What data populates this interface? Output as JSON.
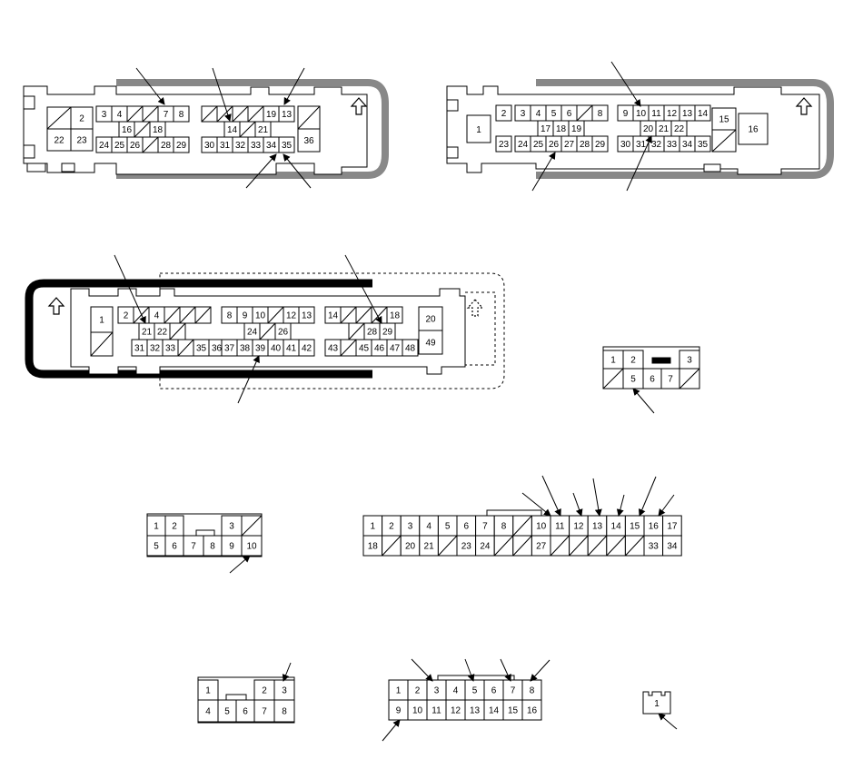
{
  "connectors": [
    {
      "id": "ecm-a",
      "pins": [
        "2",
        "22",
        "23",
        "3",
        "4",
        "7",
        "8",
        "16",
        "18",
        "24",
        "25",
        "26",
        "28",
        "29",
        "19",
        "13",
        "14",
        "21",
        "30",
        "31",
        "32",
        "33",
        "34",
        "35",
        "36"
      ]
    },
    {
      "id": "ecm-b",
      "pins": [
        "1",
        "2",
        "3",
        "4",
        "5",
        "6",
        "8",
        "17",
        "18",
        "19",
        "23",
        "24",
        "25",
        "26",
        "27",
        "28",
        "29",
        "9",
        "10",
        "11",
        "12",
        "13",
        "14",
        "20",
        "21",
        "22",
        "30",
        "31",
        "32",
        "33",
        "34",
        "35",
        "15",
        "16"
      ]
    },
    {
      "id": "ecm-c",
      "pins": [
        "1",
        "2",
        "4",
        "21",
        "22",
        "31",
        "32",
        "33",
        "35",
        "36",
        "8",
        "9",
        "10",
        "12",
        "13",
        "24",
        "26",
        "37",
        "38",
        "39",
        "40",
        "41",
        "42",
        "14",
        "18",
        "28",
        "29",
        "43",
        "45",
        "46",
        "47",
        "48",
        "20",
        "49"
      ]
    },
    {
      "id": "conn-7pin",
      "pins": [
        "1",
        "2",
        "3",
        "5",
        "6",
        "7"
      ]
    },
    {
      "id": "conn-10pin",
      "pins": [
        "1",
        "2",
        "3",
        "5",
        "6",
        "7",
        "8",
        "9",
        "10"
      ]
    },
    {
      "id": "conn-34pin",
      "top_pins": [
        "1",
        "2",
        "3",
        "4",
        "5",
        "6",
        "7",
        "8",
        "",
        "10",
        "11",
        "12",
        "13",
        "14",
        "15",
        "16",
        "17"
      ],
      "bottom_pins": [
        "18",
        "",
        "20",
        "21",
        "",
        "23",
        "24",
        "",
        "",
        "27",
        "",
        "",
        "",
        "",
        "",
        "33",
        "34"
      ]
    },
    {
      "id": "conn-8pin",
      "pins": [
        "1",
        "2",
        "3",
        "4",
        "5",
        "6",
        "7",
        "8"
      ]
    },
    {
      "id": "conn-16pin",
      "top_pins": [
        "1",
        "2",
        "3",
        "4",
        "5",
        "6",
        "7",
        "8"
      ],
      "bottom_pins": [
        "9",
        "10",
        "11",
        "12",
        "13",
        "14",
        "15",
        "16"
      ]
    },
    {
      "id": "conn-1pin",
      "pins": [
        "1"
      ]
    }
  ]
}
